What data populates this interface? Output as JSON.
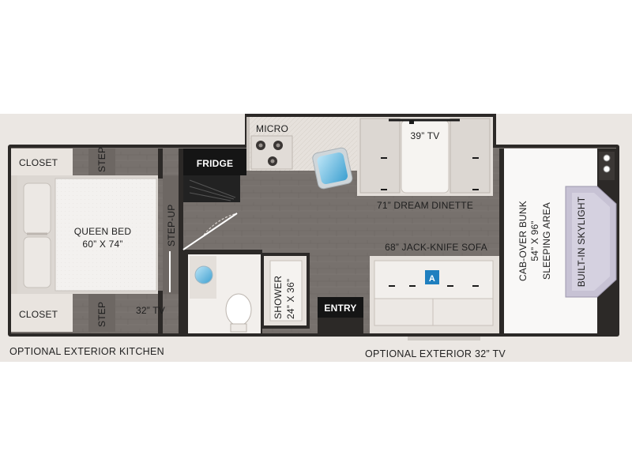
{
  "floorplan": {
    "bedroom": {
      "closet_top": "CLOSET",
      "closet_bottom": "CLOSET",
      "step_top": "STEP",
      "step_bottom": "STEP",
      "bed_name": "QUEEN BED",
      "bed_size": "60” X 74”",
      "step_up": "STEP-UP",
      "tv": "32” TV"
    },
    "kitchen": {
      "fridge": "FRIDGE",
      "micro": "MICRO"
    },
    "bath": {
      "shower_name": "SHOWER",
      "shower_size": "24” X 36”"
    },
    "living": {
      "dinette_tv": "39” TV",
      "dinette": "71” DREAM DINETTE",
      "sofa": "68” JACK-KNIFE SOFA",
      "entry": "ENTRY",
      "marker": "A"
    },
    "cab": {
      "bunk_line1": "CAB-OVER BUNK",
      "bunk_line2": "54” X 96”",
      "bunk_line3": "SLEEPING AREA",
      "skylight": "BUILT-IN SKYLIGHT"
    },
    "exterior": {
      "kitchen": "OPTIONAL EXTERIOR KITCHEN",
      "tv": "OPTIONAL EXTERIOR 32” TV"
    }
  },
  "colors": {
    "background_band": "#ebe7e3",
    "floor": "#76706c",
    "wall": "#2a2725",
    "closet": "#e9e4df",
    "marker": "#1f7fbf"
  }
}
